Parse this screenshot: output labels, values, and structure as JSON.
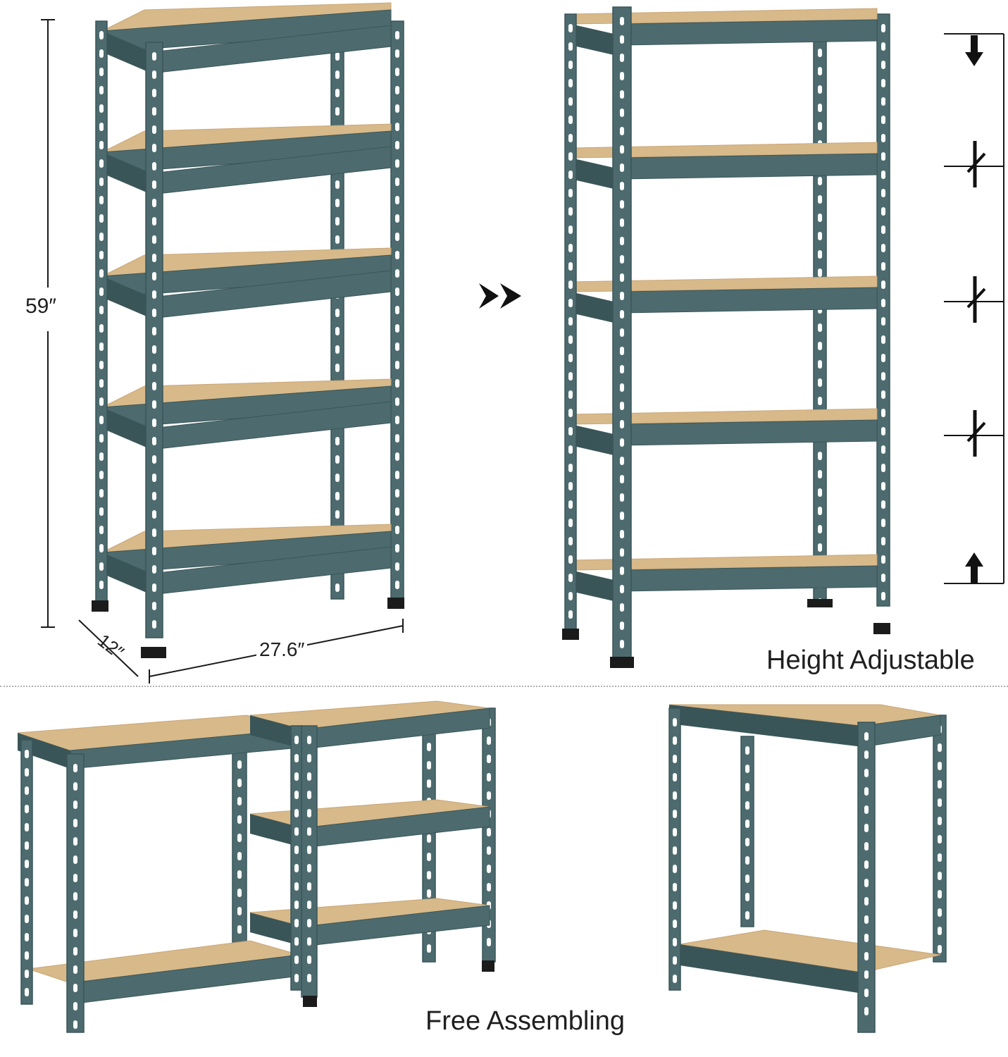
{
  "colors": {
    "frame": "#4d6b6e",
    "frame_dark": "#3a5558",
    "board": "#d8b98a",
    "board_edge": "#c9a676",
    "foot": "#1b1b1b",
    "ink": "#1a1a1a"
  },
  "dimensions": {
    "height": "59″",
    "depth": "12″",
    "width": "27.6″"
  },
  "captions": {
    "height_adjustable": "Height Adjustable",
    "free_assembling": "Free Assembling"
  },
  "icons": {
    "arrow": "double-chevron-right-icon",
    "down": "arrow-down-icon",
    "up": "arrow-up-icon",
    "adjust": "adjust-slash-icon"
  }
}
